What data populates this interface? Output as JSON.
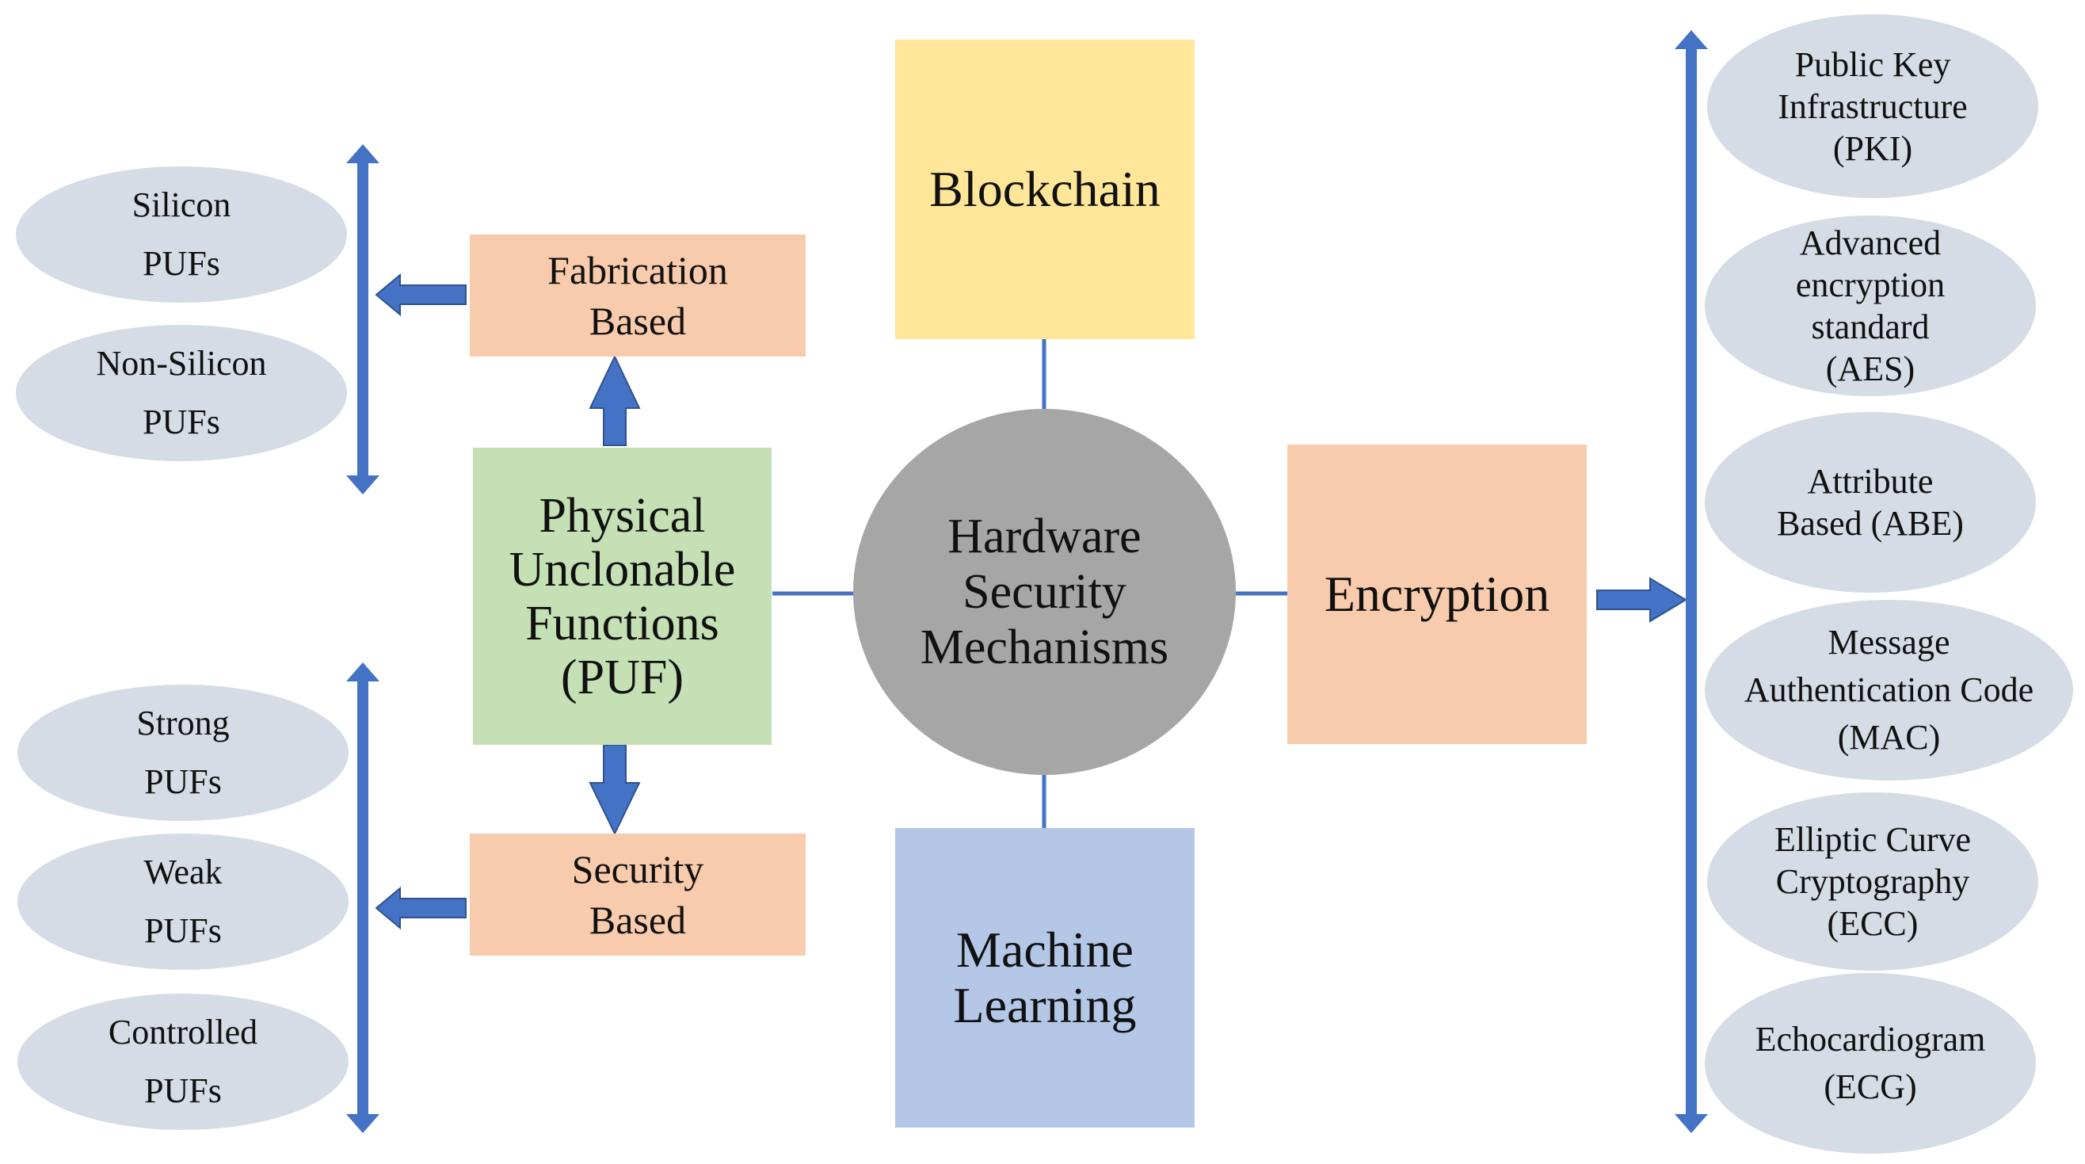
{
  "colors": {
    "blockchain": "#FFE699",
    "puf": "#C5E0B4",
    "peach": "#F8CBAD",
    "machine_learning": "#B4C7E7",
    "center": "#A6A6A6",
    "oval": "#D6DCE5",
    "arrow": "#4472C4"
  },
  "center": {
    "label": "Hardware\nSecurity\nMechanisms"
  },
  "blockchain": {
    "label": "Blockchain"
  },
  "machine_learning": {
    "label": "Machine\nLearning"
  },
  "encryption": {
    "label": "Encryption"
  },
  "puf": {
    "label": "Physical\nUnclonable\nFunctions\n(PUF)"
  },
  "fabrication": {
    "label": "Fabrication\nBased"
  },
  "security": {
    "label": "Security\nBased"
  },
  "fabrication_types": [
    {
      "label": "Silicon\nPUFs"
    },
    {
      "label": "Non-Silicon\nPUFs"
    }
  ],
  "security_types": [
    {
      "label": "Strong\nPUFs"
    },
    {
      "label": "Weak\nPUFs"
    },
    {
      "label": "Controlled\nPUFs"
    }
  ],
  "encryption_types": [
    {
      "label": "Public Key\nInfrastructure\n(PKI)"
    },
    {
      "label": "Advanced\nencryption\nstandard\n(AES)"
    },
    {
      "label": "Attribute\nBased (ABE)"
    },
    {
      "label": "Message\nAuthentication Code\n(MAC)"
    },
    {
      "label": "Elliptic Curve\nCryptography\n(ECC)"
    },
    {
      "label": "Echocardiogram\n(ECG)"
    }
  ]
}
